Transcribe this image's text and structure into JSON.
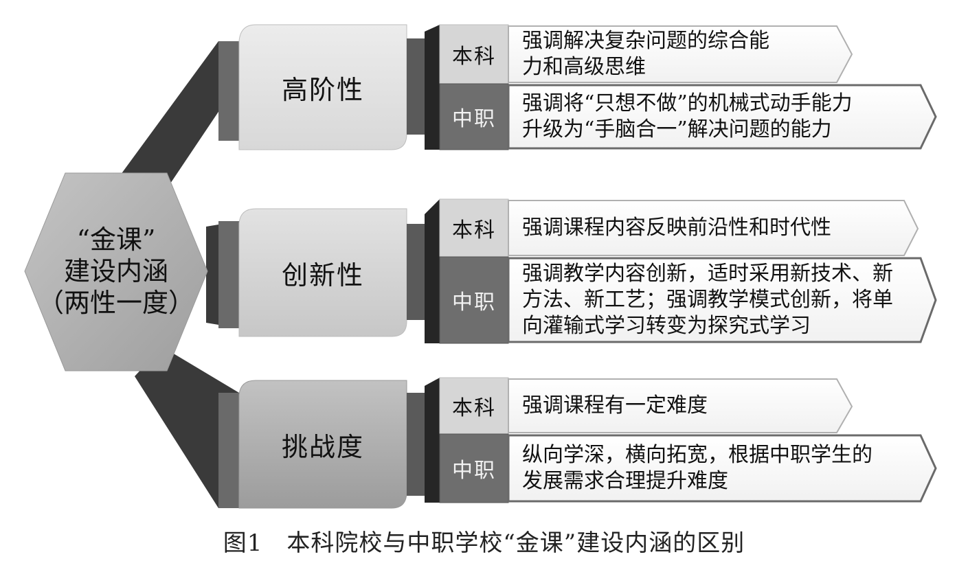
{
  "center": {
    "line1": "“金课”",
    "line2": "建设内涵",
    "line3": "（两性一度）"
  },
  "aspects": [
    {
      "name": "高阶性",
      "undergrad": {
        "label": "本科",
        "text": "强调解决复杂问题的综合能\n力和高级思维"
      },
      "vocational": {
        "label": "中职",
        "text": "强调将“只想不做”的机械式动手能力\n升级为“手脑合一”解决问题的能力"
      }
    },
    {
      "name": "创新性",
      "undergrad": {
        "label": "本科",
        "text": "强调课程内容反映前沿性和时代性"
      },
      "vocational": {
        "label": "中职",
        "text": "强调教学内容创新，适时采用新技术、新\n方法、新工艺；强调教学模式创新，将单\n向灌输式学习转变为探究式学习"
      }
    },
    {
      "name": "挑战度",
      "undergrad": {
        "label": "本科",
        "text": "强调课程有一定难度"
      },
      "vocational": {
        "label": "中职",
        "text": "纵向学深，横向拓宽，根据中职学生的\n发展需求合理提升难度"
      }
    }
  ],
  "caption": "图1　本科院校与中职学校“金课”建设内涵的区别",
  "colors": {
    "hexagon": "#b3b3b3",
    "connector": "#3a3a3a",
    "block_light": "#e4e4e4",
    "block_mid": "#cfcfcf",
    "block_dark": "#a9a9a9",
    "tag_light": "#d6d6d6",
    "tag_dark": "#6e6e6e",
    "arrow_border": "#9a9a9a"
  }
}
